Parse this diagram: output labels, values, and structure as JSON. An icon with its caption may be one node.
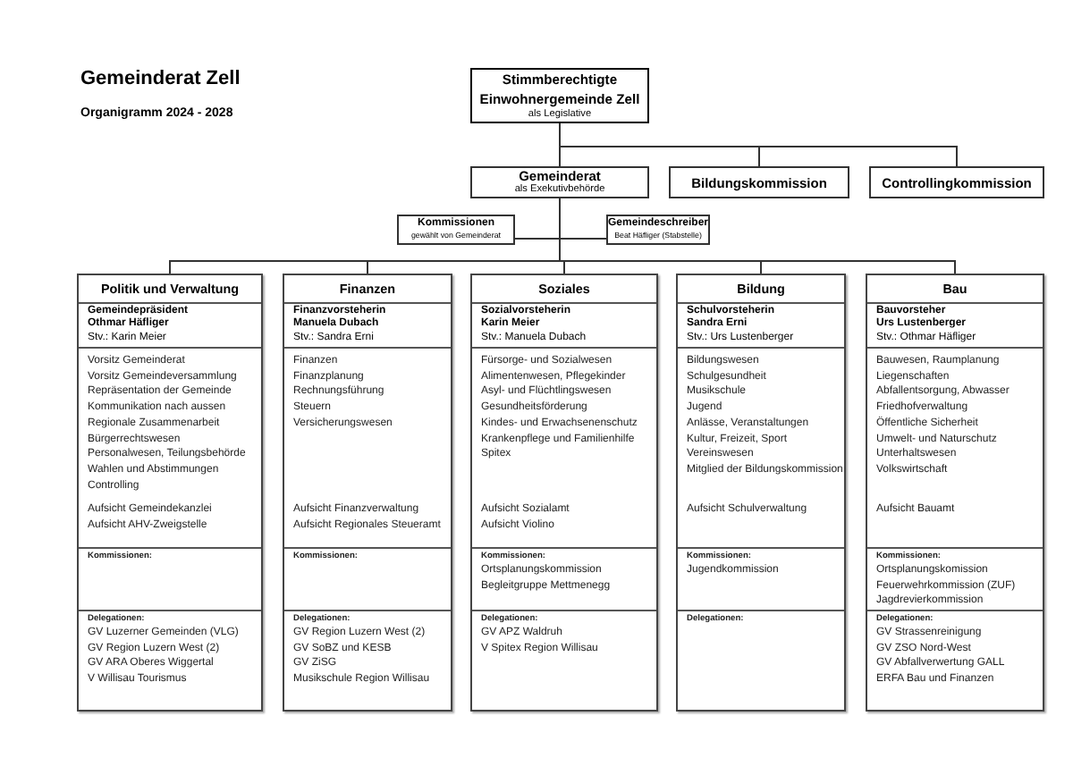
{
  "diagram": {
    "title": "Gemeinderat Zell",
    "nodes": [
      {
        "text": [
          "Stimmberechtigte Einwohnergemeinde Zell",
          "als Legislative"
        ]
      },
      {
        "text": [
          "Gemeinderat",
          "als Exekutivbehörde"
        ]
      },
      {
        "text": [
          "Bildungskommission"
        ]
      },
      {
        "text": [
          "Controllingkommission"
        ]
      },
      {
        "text": [
          "Kommissionen",
          "gewählt von Gemeinderat"
        ]
      },
      {
        "text": [
          "Gemeindeschreiber",
          "Beat Häfliger (Stabstelle)"
        ]
      },
      {
        "text": [
          "Politik und Verwaltung"
        ]
      },
      {
        "text": [
          "Gemeindepräsident",
          "Othmar Häfliger",
          "Stv.: Karin Meier"
        ],
        "in": 6
      },
      {
        "text": [
          "Vorsitz Gemeinderat",
          "Vorsitz Gemeindeversammlung",
          "Repräsentation der Gemeinde",
          "Kommunikation nach aussen",
          "Regionale Zusammenarbeit",
          "Bürgerrechtswesen",
          "Personalwesen, Teilungsbehörde",
          "Wahlen und Abstimmungen",
          "Controlling",
          "Aufsicht Gemeindekanzlei",
          "Aufsicht AHV-Zweigstelle"
        ],
        "in": 6
      },
      {
        "text": [
          "Kommissionen:"
        ],
        "in": 6
      },
      {
        "text": [
          "Delegationen:",
          "GV Luzerner Gemeinden (VLG)",
          "GV Region Luzern West (2)",
          "GV ARA Oberes Wiggertal",
          "V Willisau Tourismus"
        ],
        "in": 6
      },
      {
        "text": [
          "Finanzen"
        ]
      },
      {
        "text": [
          "Finanzvorsteherin",
          "Manuela Dubach",
          "Stv.: Sandra Erni"
        ],
        "in": 11
      },
      {
        "text": [
          "Finanzen",
          "Finanzplanung",
          "Rechnungsführung",
          "Steuern",
          "Versicherungswesen",
          "Aufsicht Finanzverwaltung",
          "Aufsicht Regionales Steueramt"
        ],
        "in": 11
      },
      {
        "text": [
          "Kommissionen:"
        ],
        "in": 11
      },
      {
        "text": [
          "Delegationen:",
          "GV Region Luzern West (2)",
          "GV SoBZ und KESB",
          "GV ZiSG",
          "Musikschule Region Willisau"
        ],
        "in": 11
      },
      {
        "text": [
          "Soziales"
        ]
      },
      {
        "text": [
          "Sozialvorsteherin",
          "Karin Meier",
          "Stv.: Manuela Dubach"
        ],
        "in": 16
      },
      {
        "text": [
          "Fürsorge- und Sozialwesen",
          "Alimentenwesen, Pflegekinder",
          "Asyl- und Flüchtlingswesen",
          "Gesundheitsförderung",
          "Kindes- und Erwachsenenschutz",
          "Krankenpflege und Familienhilfe",
          "Spitex",
          "Aufsicht Sozialamt",
          "Aufsicht Violino"
        ],
        "in": 16
      },
      {
        "text": [
          "Kommissionen:",
          "Ortsplanungskommission",
          "Begleitgruppe Mettmenegg"
        ],
        "in": 16
      },
      {
        "text": [
          "Delegationen:",
          "GV APZ Waldruh",
          "V Spitex Region Willisau"
        ],
        "in": 16
      },
      {
        "text": [
          "Bildung"
        ]
      },
      {
        "text": [
          "Schulvorsteherin",
          "Sandra Erni",
          "Stv.: Urs Lustenberger"
        ],
        "in": 21
      },
      {
        "text": [
          "Bildungswesen",
          "Schulgesundheit",
          "Musikschule",
          "Jugend",
          "Anlässe, Veranstaltungen",
          "Kultur, Freizeit, Sport",
          "Vereinswesen",
          "Mitglied der Bildungskommission",
          "Aufsicht Schulverwaltung"
        ],
        "in": 21
      },
      {
        "text": [
          "Kommissionen:",
          "Jugendkommission"
        ],
        "in": 21
      },
      {
        "text": [
          "Delegationen:"
        ],
        "in": 21
      },
      {
        "text": [
          "Bau"
        ]
      },
      {
        "text": [
          "Bauvorsteher",
          "Urs Lustenberger",
          "Stv.: Othmar Häfliger"
        ],
        "in": 26
      },
      {
        "text": [
          "Bauwesen, Raumplanung",
          "Liegenschaften",
          "Abfallentsorgung, Abwasser",
          "Friedhofverwaltung",
          "Öffentliche Sicherheit",
          "Umwelt- und Naturschutz",
          "Unterhaltswesen",
          "Volkswirtschaft",
          "Aufsicht Bauamt"
        ],
        "in": 26
      },
      {
        "text": [
          "Kommissionen:",
          "Ortsplanungskomission",
          "Feuerwehrkommission (ZUF)",
          "Jagdrevierkommission"
        ],
        "in": 26
      },
      {
        "text": [
          "Delegationen:",
          "GV Strassenreinigung",
          "GV ZSO Nord-West",
          "GV Abfallverwertung GALL",
          "ERFA Bau und Finanzen"
        ],
        "in": 26
      }
    ],
    "edges": [
      {
        "from": 0,
        "to": 1,
        "arrow": "none"
      },
      {
        "from": 0,
        "to": 2,
        "arrow": "none"
      },
      {
        "from": 0,
        "to": 3,
        "arrow": "none"
      },
      {
        "from": 1,
        "to": 4,
        "arrow": "none"
      },
      {
        "from": 1,
        "to": 5,
        "arrow": "none"
      },
      {
        "from": 1,
        "to": 6,
        "arrow": "none"
      },
      {
        "from": 1,
        "to": 11,
        "arrow": "none"
      },
      {
        "from": 1,
        "to": 16,
        "arrow": "none"
      },
      {
        "from": 1,
        "to": 21,
        "arrow": "none"
      },
      {
        "from": 1,
        "to": 26,
        "arrow": "none"
      }
    ],
    "labels": [
      "Organigramm 2024 - 2028"
    ]
  }
}
